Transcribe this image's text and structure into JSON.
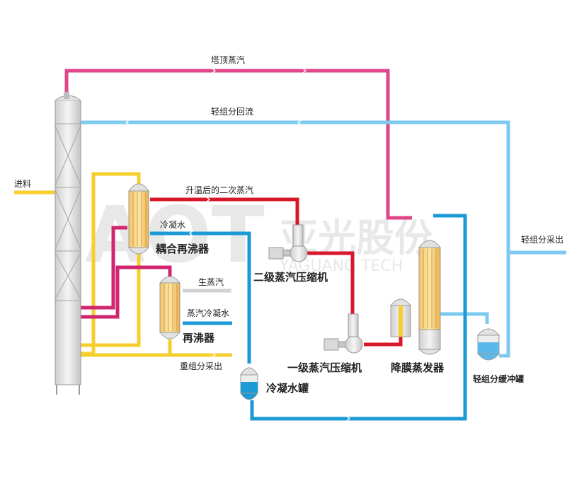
{
  "watermark": {
    "logo": "AOT",
    "company_cn": "亚光股份",
    "company_en": "YAGUANG TECH"
  },
  "colors": {
    "top_vapor": "#e0468a",
    "light_fraction": "#7ccaf0",
    "hot_vapor": "#d8172b",
    "condensate": "#1c9ad6",
    "feed": "#f6cf2e",
    "heat_loop": "#d0256f",
    "equipment": "#e8e8e8"
  },
  "labels": {
    "top_vapor": "塔顶蒸汽",
    "reflux": "轻组分回流",
    "feed": "进料",
    "heated_vapor": "升温后的二次蒸汽",
    "condensate_line": "冷凝水",
    "coupled_reboiler": "耦合再沸器",
    "second_compressor": "二级蒸汽压缩机",
    "live_steam": "生蒸汽",
    "steam_condensate": "蒸汽冷凝水",
    "reboiler": "再沸器",
    "heavy_out": "重组分采出",
    "condensate_tank": "冷凝水罐",
    "first_compressor": "一级蒸汽压缩机",
    "falling_film_evaporator": "降膜蒸发器",
    "light_out": "轻组分采出",
    "light_buffer_tank": "轻组分缓冲罐"
  }
}
